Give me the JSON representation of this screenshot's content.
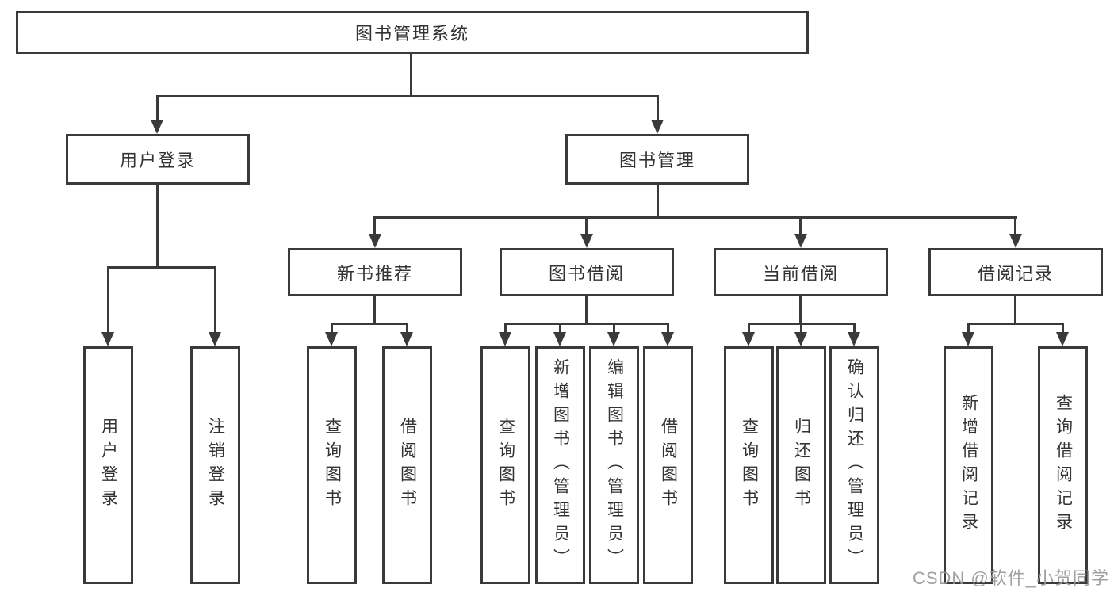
{
  "colors": {
    "line": "#3a3a3a",
    "node_border": "#3a3a3a",
    "node_text": "#333333",
    "node_background": "#ffffff",
    "page_background": "#ffffff",
    "watermark_text_color": "#989898"
  },
  "diagram": {
    "root": "图书管理系统",
    "branches": [
      {
        "label": "用户登录",
        "children": [
          "用户登录",
          "注销登录"
        ]
      },
      {
        "label": "图书管理",
        "children": [
          {
            "label": "新书推荐",
            "children": [
              "查询图书",
              "借阅图书"
            ]
          },
          {
            "label": "图书借阅",
            "children": [
              "查询图书",
              "新增图书（管理员）",
              "编辑图书（管理员）",
              "借阅图书"
            ]
          },
          {
            "label": "当前借阅",
            "children": [
              "查询图书",
              "归还图书",
              "确认归还（管理员）"
            ]
          },
          {
            "label": "借阅记录",
            "children": [
              "新增借阅记录",
              "查询借阅记录"
            ]
          }
        ]
      }
    ]
  },
  "watermark": "CSDN @软件_小贺同学"
}
